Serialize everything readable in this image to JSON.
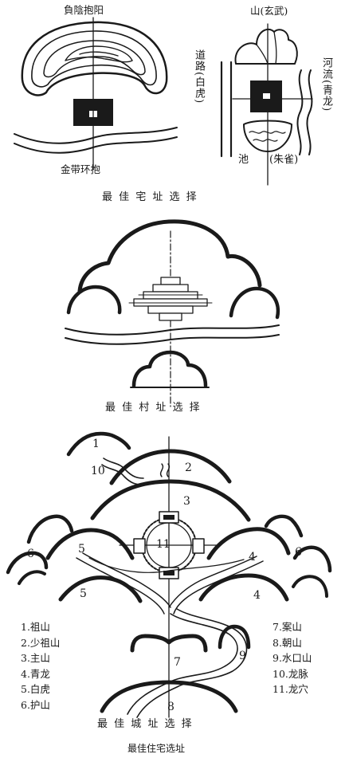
{
  "panel1": {
    "hill_label": "負陰抱阳",
    "water_label": "金带环抱",
    "caption": "最 佳 宅 址 选 择"
  },
  "panel2": {
    "mountain_label": "山(玄武)",
    "road_label": "道路(白虎)",
    "river_label": "河流(青龙)",
    "pond_label": "池",
    "pond_name": "(朱雀)"
  },
  "panel3": {
    "caption": "最 佳 村 址 选 择"
  },
  "panel4": {
    "numbers": [
      "1",
      "10",
      "2",
      "3",
      "11",
      "5",
      "4",
      "6",
      "6",
      "5",
      "4",
      "7",
      "9",
      "8"
    ],
    "legend_left": [
      "1.祖山",
      "2.少祖山",
      "3.主山",
      "4.青龙",
      "5.白虎",
      "6.护山"
    ],
    "legend_right": [
      "7.案山",
      "8.朝山",
      "9.水口山",
      "10.龙脉",
      "11.龙穴"
    ],
    "caption": "最 佳 城 址 选 择"
  },
  "footer": "最佳住宅选址"
}
